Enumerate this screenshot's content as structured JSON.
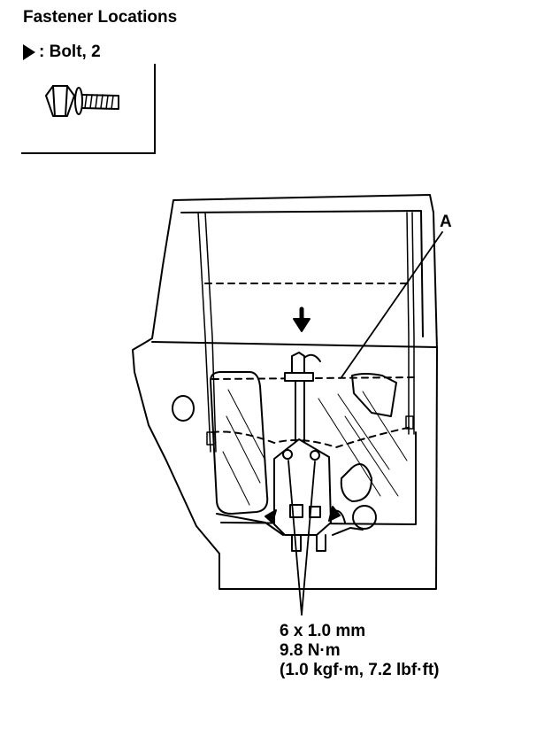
{
  "header": {
    "title": "Fastener Locations",
    "legend_label": ": Bolt, 2"
  },
  "callouts": {
    "a": "A"
  },
  "spec": {
    "size": "6 x 1.0 mm",
    "torque_nm": "9.8 N·m",
    "torque_alt": "(1.0 kgf·m, 7.2 lbf·ft)"
  }
}
